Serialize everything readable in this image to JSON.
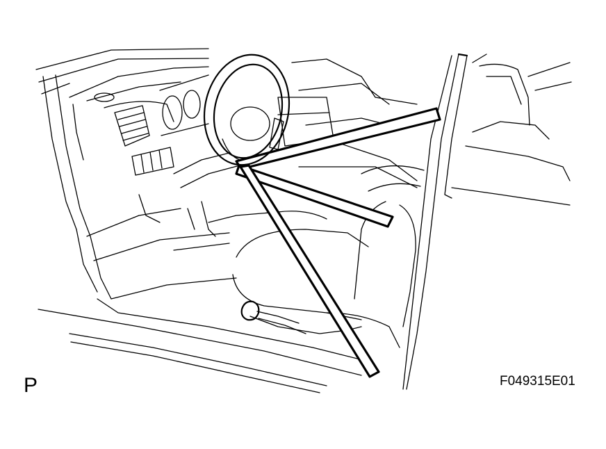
{
  "figure": {
    "view_letter": "P",
    "code": "F049315E01"
  },
  "icons": [
    "steering-wheel",
    "seat-belt-strap",
    "driver-seat",
    "seat-lever"
  ],
  "colors": {
    "line": "#000000",
    "background": "#ffffff"
  }
}
